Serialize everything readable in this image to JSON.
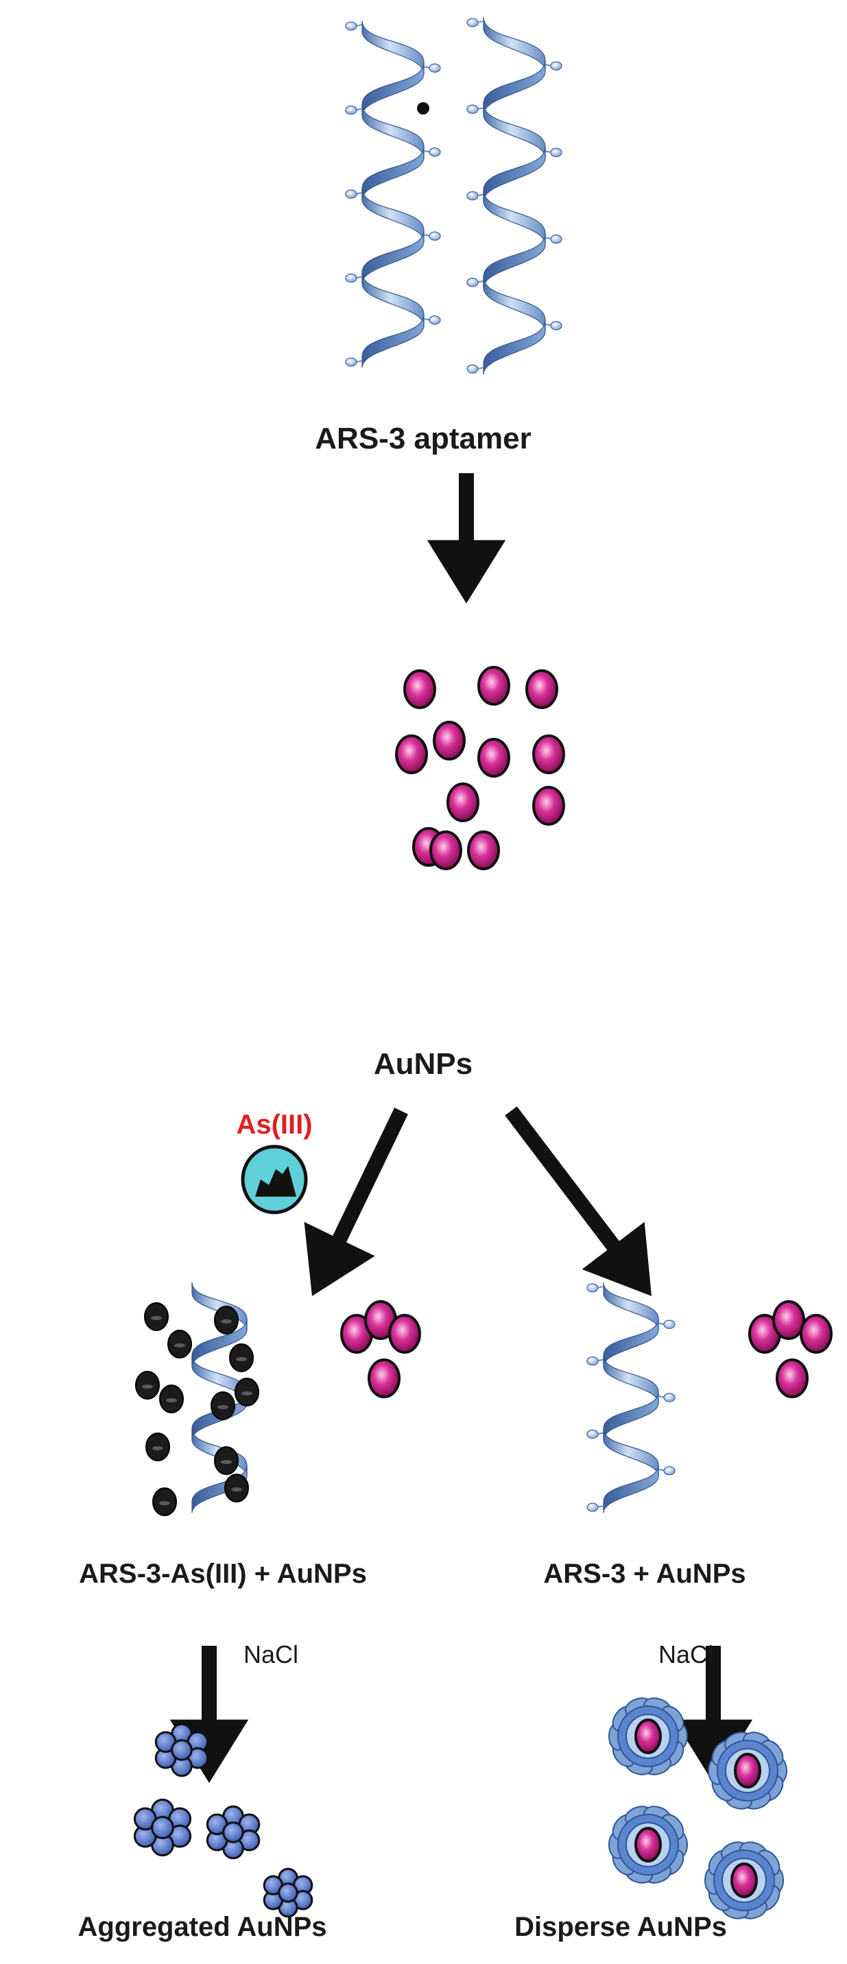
{
  "diagram": {
    "aptamer_label": "ARS-3 aptamer",
    "aunps_label": "AuNPs",
    "as_label": "As(III)",
    "left_branch_label": "ARS-3-As(III) + AuNPs",
    "right_branch_label": "ARS-3 + AuNPs",
    "nacl_left": "NaCl",
    "nacl_right": "NaCl",
    "aggregated_label": "Aggregated AuNPs",
    "disperse_label": "Disperse AuNPs"
  },
  "colors": {
    "helix_light": "#cfe0f5",
    "helix_mid": "#7ea3d6",
    "helix_dark": "#3f67a8",
    "particle_pink": "#c4197c",
    "particle_highlight": "#ffd0ea",
    "arsenic_cyan": "#5fd0d8",
    "aggregate_blue": "#4e6fc9",
    "arrow": "#111111",
    "as_text": "#e02020"
  }
}
